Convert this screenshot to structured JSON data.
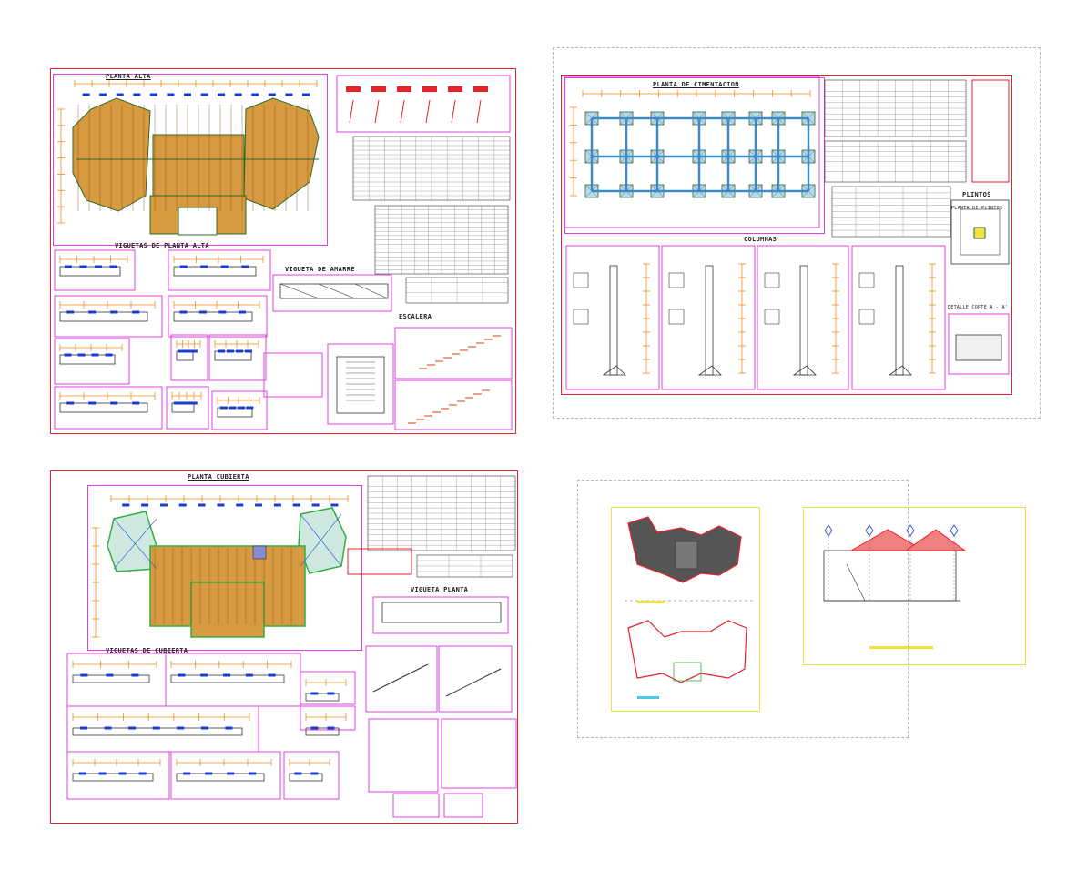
{
  "sheets": {
    "upper_floor": {
      "title": "PLANTA ALTA",
      "beams_title": "VIGUETAS DE PLANTA ALTA",
      "truss_title": "VIGUETA DE AMARRE",
      "stairs_title": "ESCALERA"
    },
    "foundation": {
      "title": "PLANTA DE CIMENTACION",
      "columns_title": "COLUMNAS",
      "footings_title": "PLINTOS",
      "footing_label": "PLANTA DE PLINTOS",
      "detail_label": "DETALLE CORTE A - A'"
    },
    "roof": {
      "title": "PLANTA CUBIERTA",
      "beams_title": "VIGUETAS DE CUBIERTA",
      "truss_title": "VIGUETA PLANTA"
    }
  },
  "colors": {
    "sheet_border": "#e8202a",
    "panel_border": "#e040e0",
    "dimension": "#f08c1c",
    "rebar": "#1a3cd0",
    "grid": "#30b040",
    "foundation": "#3c8cc8",
    "table_border": "#f0e040"
  }
}
